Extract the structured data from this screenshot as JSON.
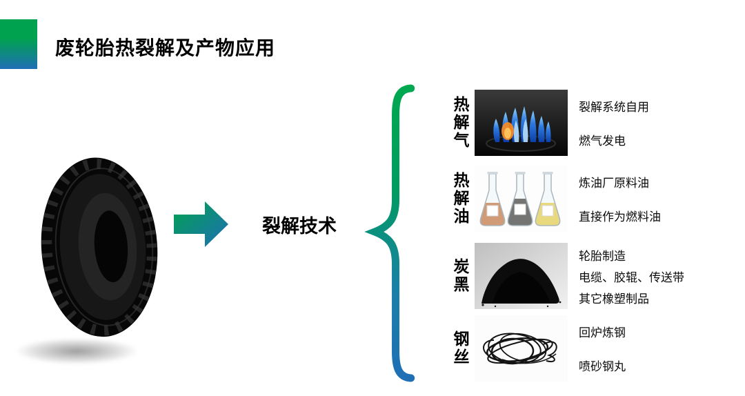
{
  "slide": {
    "title": "废轮胎热裂解及产物应用",
    "process_label": "裂解技术",
    "rows": [
      {
        "label": "热解气",
        "icon": "gas-flame-photo",
        "uses": [
          "裂解系统自用",
          "燃气发电"
        ]
      },
      {
        "label": "热解油",
        "icon": "oil-flasks-photo",
        "uses": [
          "炼油厂原料油",
          "直接作为燃料油"
        ]
      },
      {
        "label": "炭黑",
        "icon": "carbon-black-photo",
        "uses": [
          "轮胎制造",
          "电缆、胶辊、传送带",
          "其它橡塑制品"
        ]
      },
      {
        "label": "钢丝",
        "icon": "steel-wire-photo",
        "uses": [
          "回炉炼钢",
          "喷砂钢丸"
        ]
      }
    ],
    "colors": {
      "accent_green": "#00a24f",
      "accent_blue": "#1f6fb5"
    }
  }
}
